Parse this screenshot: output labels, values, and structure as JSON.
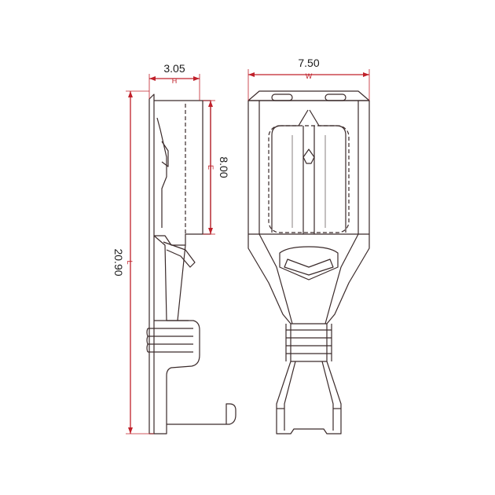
{
  "colors": {
    "outline": "#3a2a2a",
    "dimension": "#c0202a",
    "text": "#1a1a1a",
    "background": "#ffffff"
  },
  "dimensions": {
    "H": {
      "value": "3.05",
      "letter": "H"
    },
    "W": {
      "value": "7.50",
      "letter": "W"
    },
    "E": {
      "value": "8.00",
      "letter": "E"
    },
    "L": {
      "value": "20.90",
      "letter": "L"
    }
  }
}
